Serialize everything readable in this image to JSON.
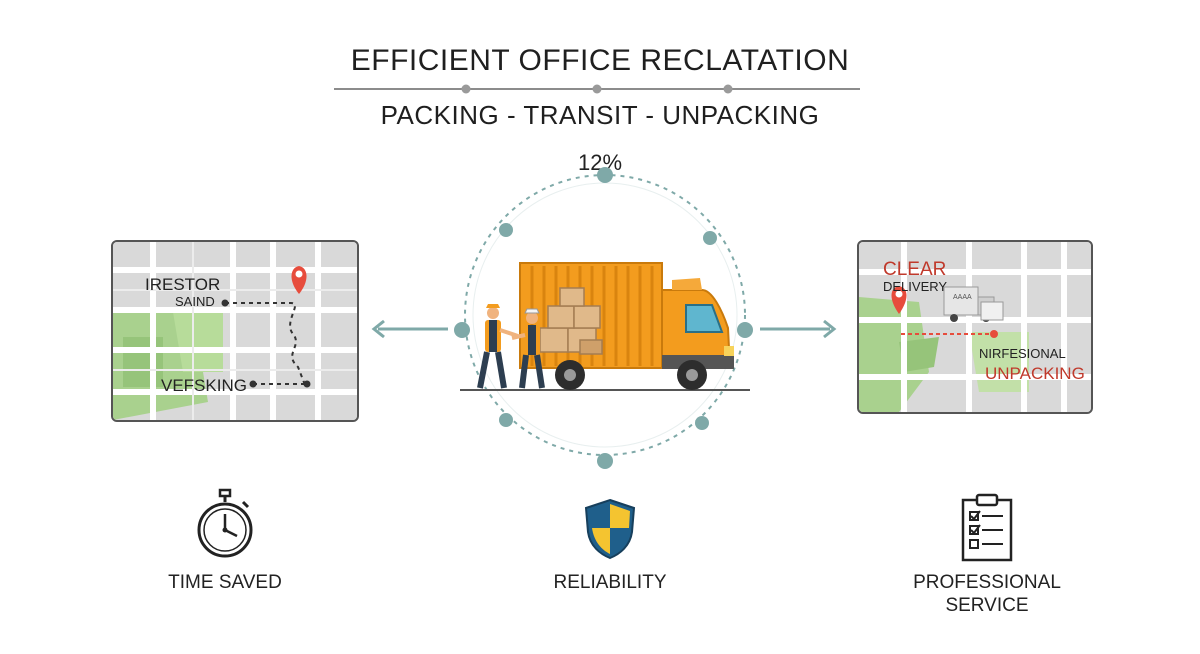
{
  "header": {
    "title": "EFFICIENT OFFICE RECLATATION",
    "subtitle": "PACKING - TRANSIT - UNPACKING",
    "progress_label": "12%"
  },
  "left_map": {
    "label_top": "IRESTOR",
    "label_sub": "SAIND",
    "label_bottom": "VEFSKING"
  },
  "right_map": {
    "label_top": "CLEAR",
    "label_sub": "DELIVERY",
    "truck_text": "AAAA",
    "label_mid": "NIRFESIONAL",
    "label_bottom": "UNPACKING"
  },
  "features": [
    {
      "label": "TIME SAVED",
      "icon": "stopwatch-icon"
    },
    {
      "label": "RELIABILITY",
      "icon": "shield-icon"
    },
    {
      "label_line1": "PROFESSIONAL",
      "label_line2": "SERVICE",
      "icon": "clipboard-checklist-icon"
    }
  ],
  "colors": {
    "truck_orange": "#f39c1e",
    "ring_teal": "#7fa9a8",
    "map_green": "#a9d18e",
    "pin_red": "#e74c3c",
    "shield_blue": "#1f5f8b",
    "shield_yellow": "#f4c430"
  }
}
